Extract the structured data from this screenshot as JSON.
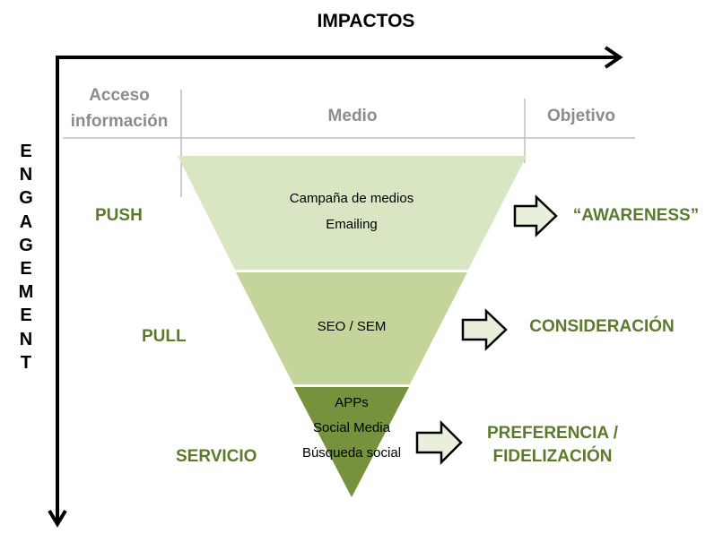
{
  "header": {
    "axis_title": "IMPACTOS"
  },
  "side": {
    "axis_title_letters": [
      "E",
      "N",
      "G",
      "A",
      "G",
      "E",
      "M",
      "E",
      "N",
      "T"
    ]
  },
  "columns": {
    "access": "Acceso información",
    "medium": "Medio",
    "objective": "Objetivo"
  },
  "levels": [
    {
      "access": "PUSH",
      "media": [
        "Campaña de medios",
        "Emailing"
      ],
      "objective": "“AWARENESS”",
      "fill": "#d9e6c3"
    },
    {
      "access": "PULL",
      "media": [
        "SEO / SEM"
      ],
      "objective": "CONSIDERACIÓN",
      "fill": "#c3d59b"
    },
    {
      "access": "SERVICIO",
      "media": [
        "APPs",
        "Social Media",
        "Búsqueda social"
      ],
      "objective": "PREFERENCIA / FIDELIZACIÓN",
      "fill": "#76923c"
    }
  ],
  "colors": {
    "accent_text": "#5d7a2c",
    "header_text": "#8c8c8c",
    "arrow_fill": "#e8efdb",
    "arrow_stroke": "#000000",
    "separator": "#bfbfbf"
  }
}
